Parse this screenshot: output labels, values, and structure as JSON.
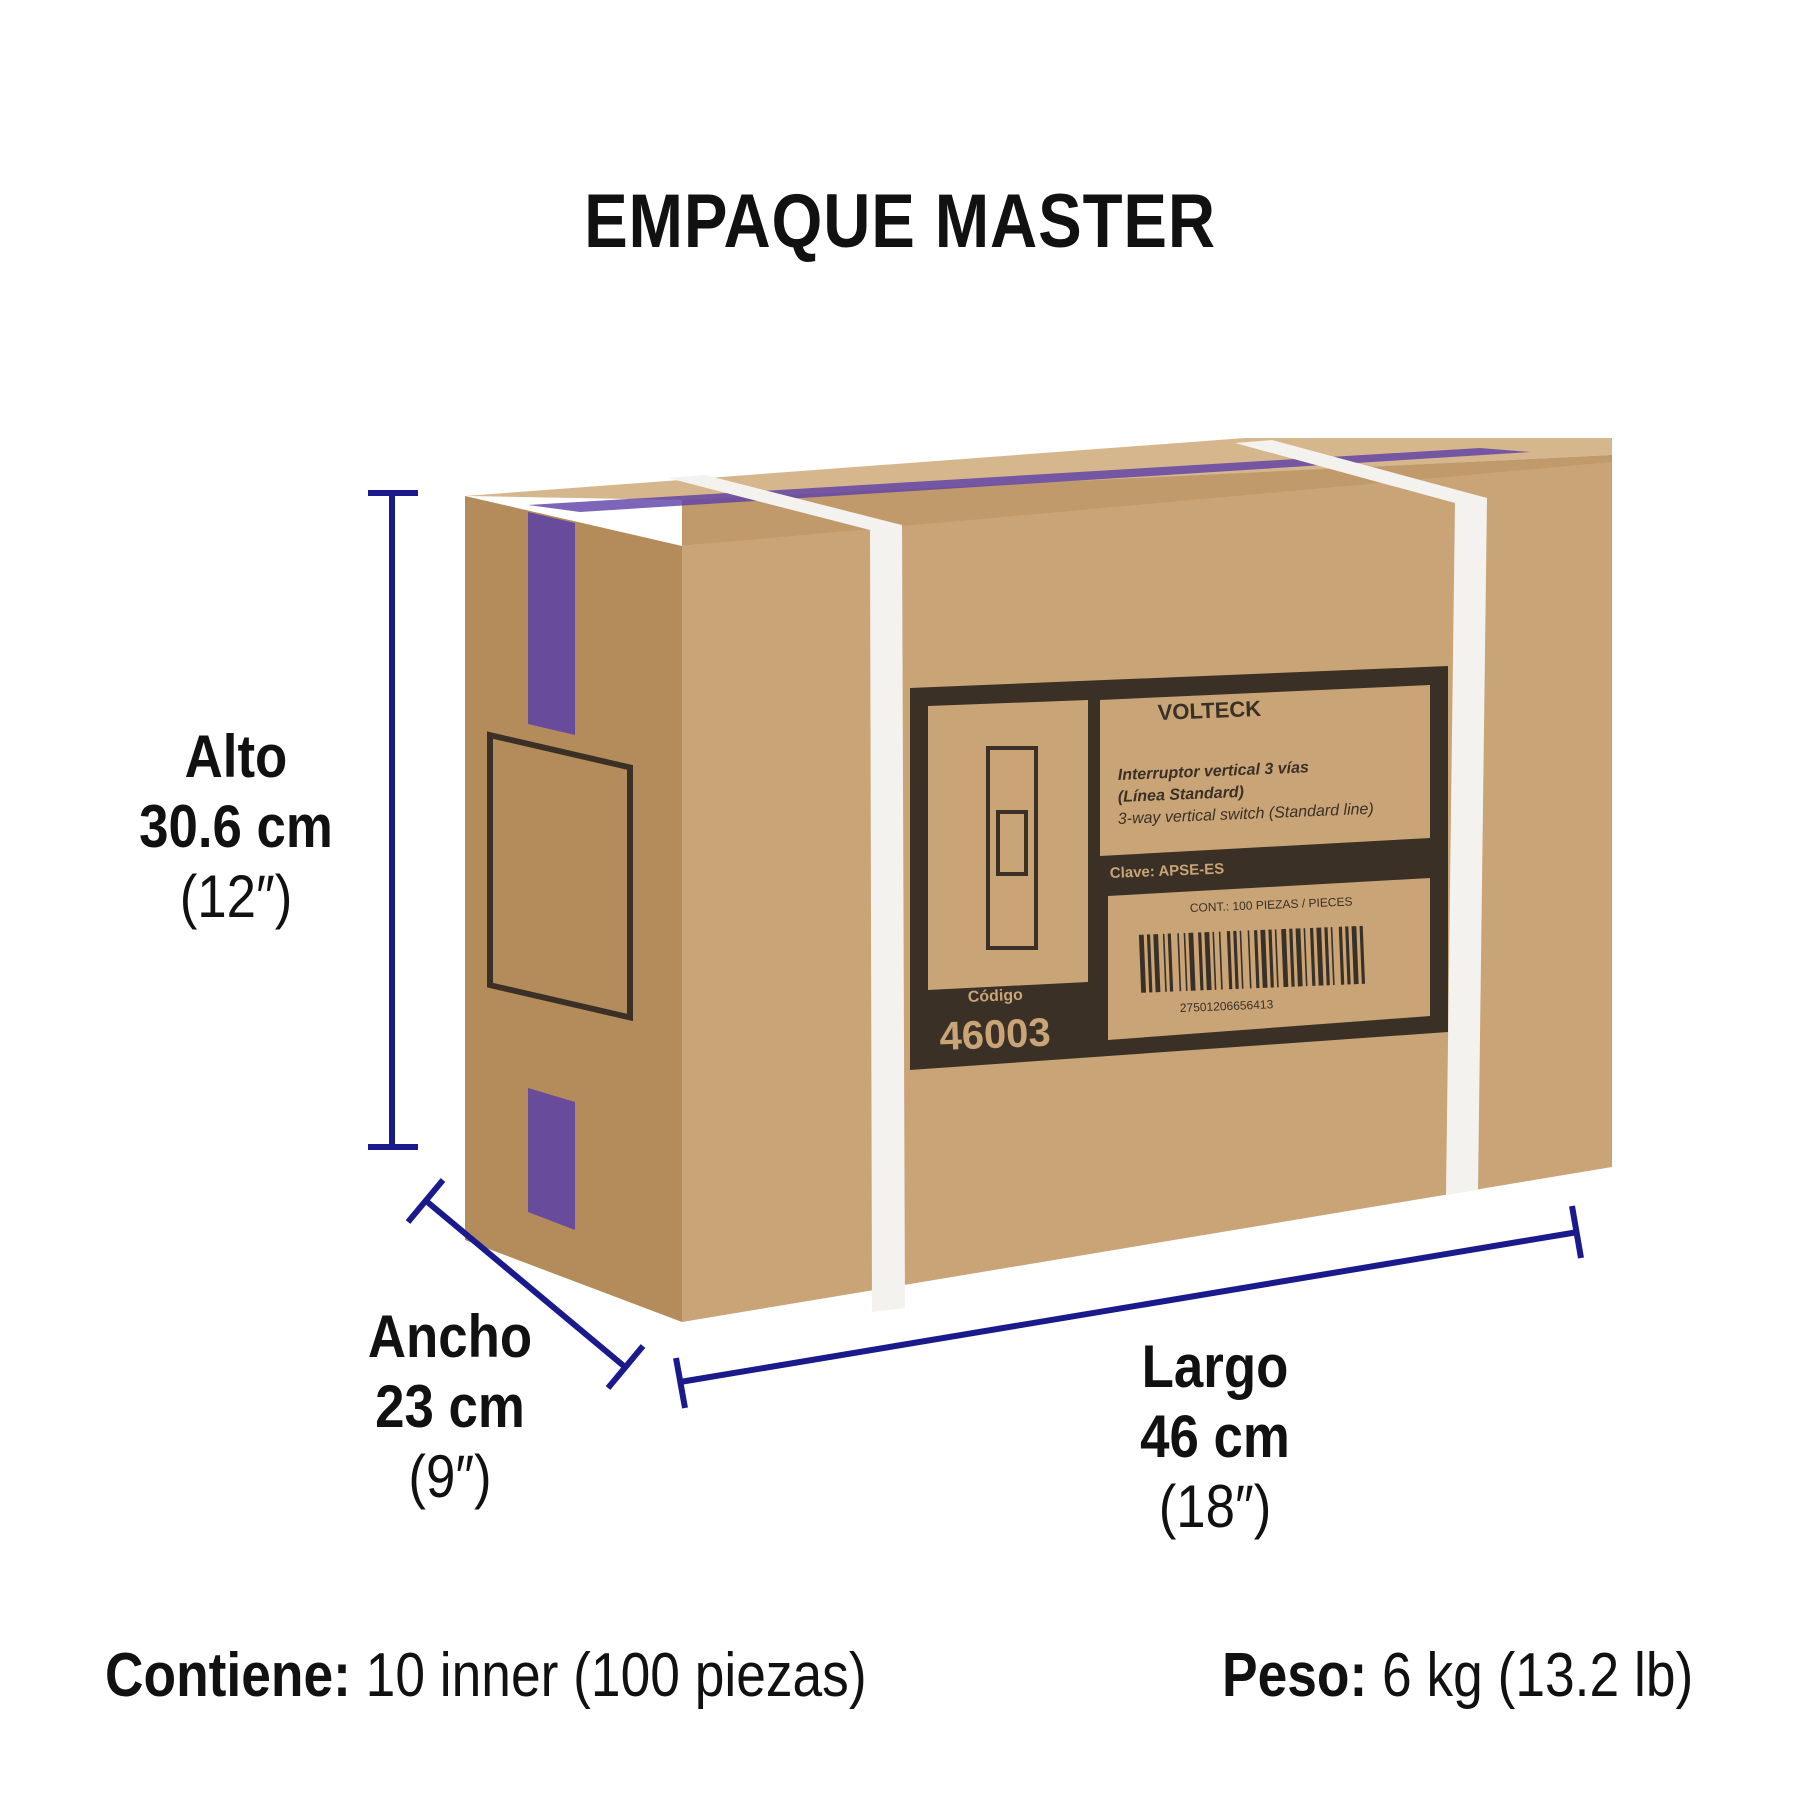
{
  "title": "EMPAQUE MASTER",
  "dimensions": {
    "alto": {
      "label": "Alto",
      "metric": "30.6 cm",
      "imperial": "(12″)"
    },
    "ancho": {
      "label": "Ancho",
      "metric": "23 cm",
      "imperial": "(9″)"
    },
    "largo": {
      "label": "Largo",
      "metric": "46 cm",
      "imperial": "(18″)"
    }
  },
  "footer": {
    "contiene_label": "Contiene:",
    "contiene_value": "10 inner (100 piezas)",
    "peso_label": "Peso:",
    "peso_value": "6 kg (13.2 lb)"
  },
  "box_label": {
    "brand": "VOLTECK",
    "product_es": "Interruptor vertical 3 vías",
    "line_es": "(Línea Standard)",
    "product_en": "3-way vertical switch (Standard line)",
    "clave": "Clave: APSE-ES",
    "contents": "CONT.: 100 PIEZAS / PIECES",
    "barcode_number": "27501206656413",
    "codigo_label": "Código",
    "codigo_value": "46003"
  },
  "colors": {
    "cardboard_front": "#c9a477",
    "cardboard_side": "#b8915f",
    "cardboard_top": "#d6b68c",
    "label_dark": "#3a3026",
    "dimension_line": "#1a1a8c",
    "tape": "#5c3fa8"
  }
}
